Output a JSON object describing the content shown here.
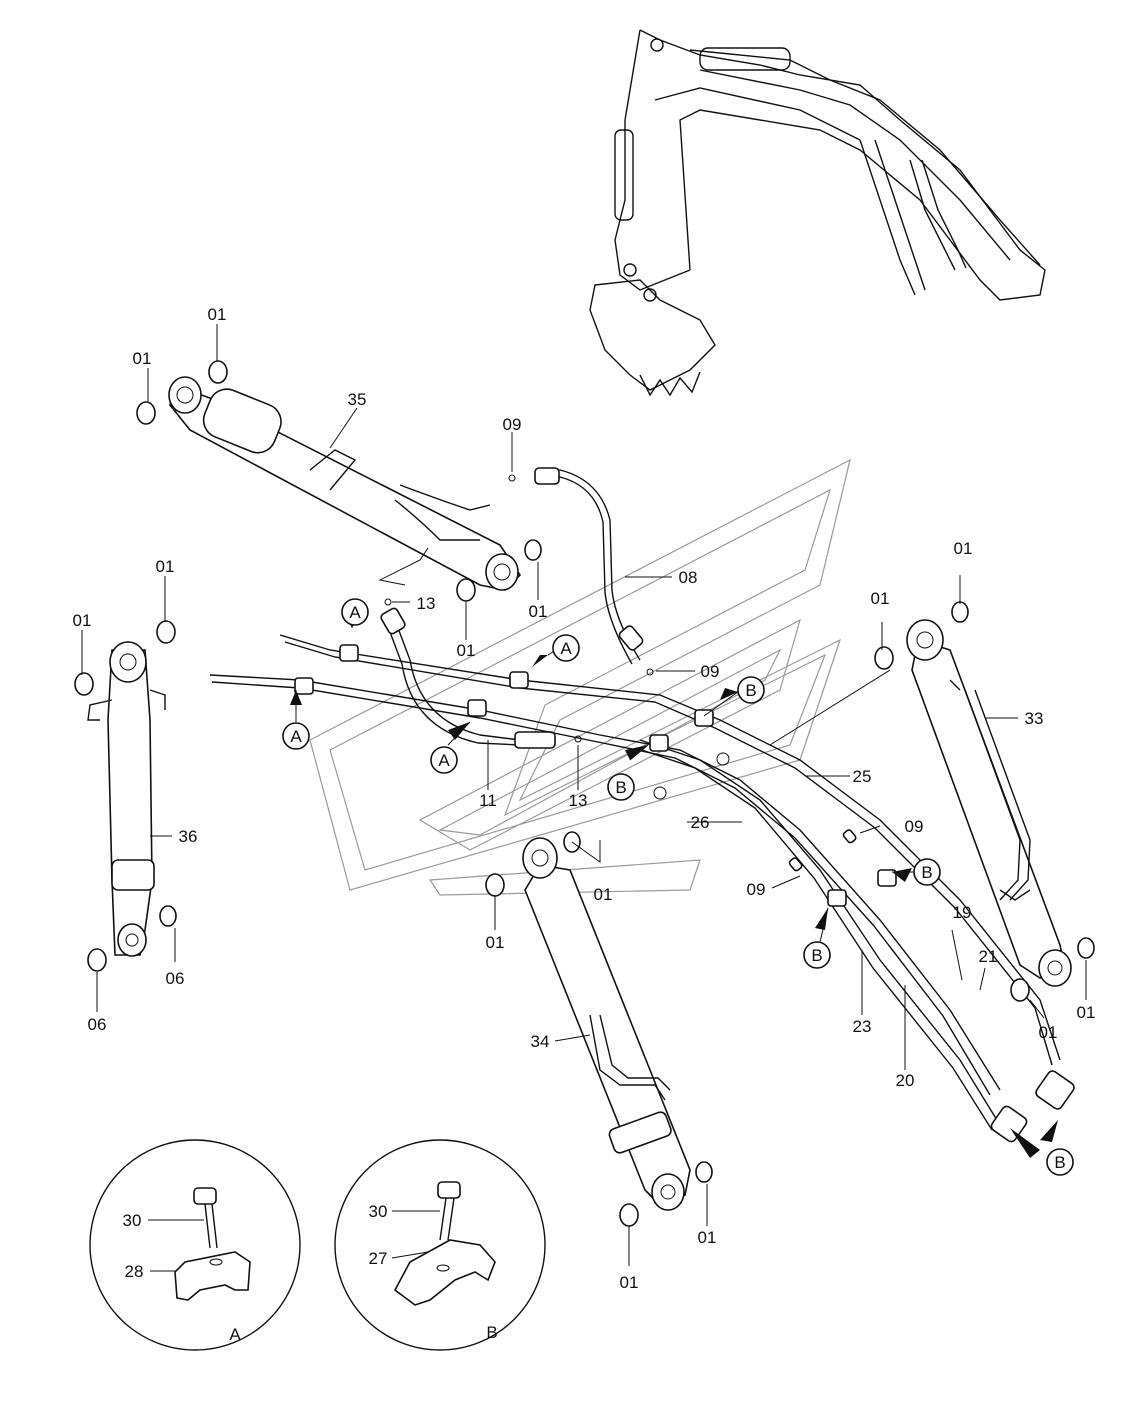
{
  "diagram": {
    "part_labels": {
      "p01": "01",
      "p06": "06",
      "p08": "08",
      "p09": "09",
      "p11": "11",
      "p13": "13",
      "p19": "19",
      "p20": "20",
      "p21": "21",
      "p23": "23",
      "p25": "25",
      "p26": "26",
      "p27": "27",
      "p28": "28",
      "p30": "30",
      "p33": "33",
      "p34": "34",
      "p35": "35",
      "p36": "36"
    },
    "view_callouts": {
      "a": "A",
      "b": "B"
    },
    "detail_views": {
      "a_caption": "A",
      "b_caption": "B"
    }
  }
}
